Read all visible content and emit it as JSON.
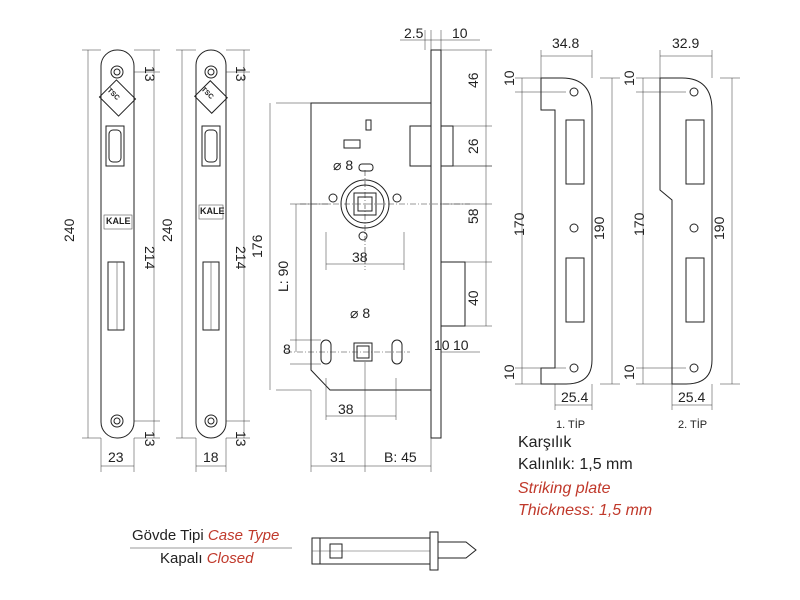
{
  "colors": {
    "line": "#222222",
    "accent": "#c0392b",
    "background": "#ffffff"
  },
  "faceplate": {
    "width_a": "23",
    "width_b": "18",
    "height": "240",
    "hole_spacing": "214",
    "hole_offset": "13",
    "logo_text": "TSC",
    "brand_text": "KALE"
  },
  "lockbody": {
    "dims": {
      "top_left": "2.5",
      "top_right": "10",
      "latch_h": "46",
      "latch_gap": "26",
      "spindle": "⌀ 8",
      "square": "58",
      "spindle_c": "38",
      "body_h": "176",
      "centers": "L: 90",
      "bolt_h": "40",
      "bolt_w1": "10",
      "bolt_w2": "10",
      "cyl_sq": "⌀ 8",
      "cyl_h": "8",
      "cyl_c": "38",
      "backset_left": "31",
      "backset": "B: 45"
    }
  },
  "strike": {
    "type1": {
      "width": "34.8",
      "height": "190",
      "inner": "170",
      "edge_top": "10",
      "edge_bottom": "10",
      "foot": "25.4",
      "label": "1. TİP"
    },
    "type2": {
      "width": "32.9",
      "height": "190",
      "inner": "170",
      "edge_top": "10",
      "edge_bottom": "10",
      "foot": "25.4",
      "label": "2. TİP"
    }
  },
  "notes": {
    "tr_title": "Karşılık",
    "tr_thickness": "Kalınlık: 1,5 mm",
    "en_title": "Striking plate",
    "en_thickness": "Thickness: 1,5 mm"
  },
  "case": {
    "tr_label": "Gövde Tipi",
    "en_label": "Case Type",
    "tr_type": "Kapalı",
    "en_type": "Closed"
  }
}
